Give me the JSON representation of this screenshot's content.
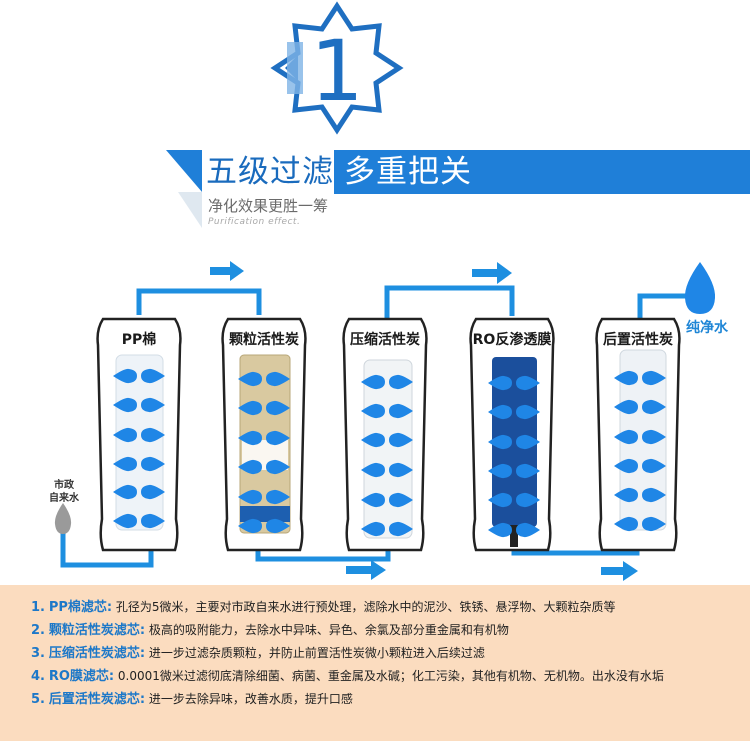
{
  "step_number": "1",
  "title": {
    "part1": "五级过滤",
    "part2": "多重把关"
  },
  "subtitle": "净化效果更胜一筹",
  "subtitle_en": "Purification effect.",
  "tap_label_line1": "市政",
  "tap_label_line2": "自来水",
  "pure_water_label": "纯净水",
  "stages": [
    {
      "label": "PP棉"
    },
    {
      "label": "颗粒活性炭"
    },
    {
      "label": "压缩活性炭"
    },
    {
      "label": "RO反渗透膜"
    },
    {
      "label": "后置活性炭"
    }
  ],
  "colors": {
    "brand_blue": "#1f7fd8",
    "pipe_blue": "#1e8fe0",
    "drop_blue": "#1f86e6",
    "panel_bg": "#fbdcbf",
    "key_text": "#1d78c8"
  },
  "details": [
    {
      "num": "1.",
      "name": "PP棉滤芯",
      "sep": ":",
      "text": "孔径为5微米，主要对市政自来水进行预处理，滤除水中的泥沙、铁锈、悬浮物、大颗粒杂质等"
    },
    {
      "num": "2.",
      "name": "颗粒活性炭滤芯",
      "sep": ":",
      "text": "极高的吸附能力，去除水中异味、异色、余氯及部分重金属和有机物"
    },
    {
      "num": "3.",
      "name": "压缩活性炭滤芯",
      "sep": ":",
      "text": "进一步过滤杂质颗粒，并防止前置活性炭微小颗粒进入后续过滤"
    },
    {
      "num": "4.",
      "name": "RO膜滤芯",
      "sep": ":",
      "text": "0.0001微米过滤彻底清除细菌、病菌、重金属及水碱；化工污染，其他有机物、无机物。出水没有水垢"
    },
    {
      "num": "5.",
      "name": "后置活性炭滤芯",
      "sep": ":",
      "text": "进一步去除异味，改善水质，提升口感"
    }
  ]
}
